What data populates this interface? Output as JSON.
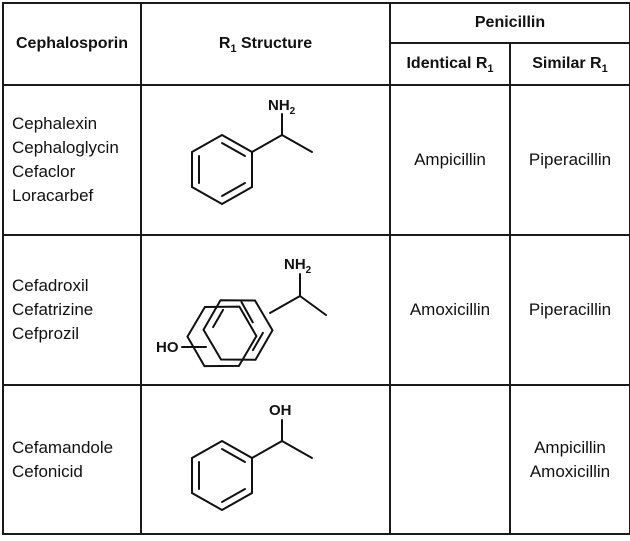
{
  "header": {
    "col_cephalosporin": "Cephalosporin",
    "col_r1_main": "R",
    "col_r1_sub": "1",
    "col_r1_rest": " Structure",
    "col_penicillin": "Penicillin",
    "col_identical_main": "Identical R",
    "col_identical_sub": "1",
    "col_similar_main": "Similar R",
    "col_similar_sub": "1"
  },
  "rows": [
    {
      "cephalosporins": [
        "Cephalexin",
        "Cephaloglycin",
        "Cefaclor",
        "Loracarbef"
      ],
      "substituent_label": "NH",
      "substituent_sub": "2",
      "ring_label": "",
      "identical": "Ampicillin",
      "similar": [
        "Piperacillin"
      ]
    },
    {
      "cephalosporins": [
        "Cefadroxil",
        "Cefatrizine",
        "Cefprozil"
      ],
      "substituent_label": "NH",
      "substituent_sub": "2",
      "ring_label": "HO",
      "identical": "Amoxicillin",
      "similar": [
        "Piperacillin"
      ]
    },
    {
      "cephalosporins": [
        "Cefamandole",
        "Cefonicid"
      ],
      "substituent_label": "OH",
      "substituent_sub": "",
      "ring_label": "",
      "identical": "",
      "similar": [
        "Ampicillin",
        "Amoxicillin"
      ]
    }
  ]
}
